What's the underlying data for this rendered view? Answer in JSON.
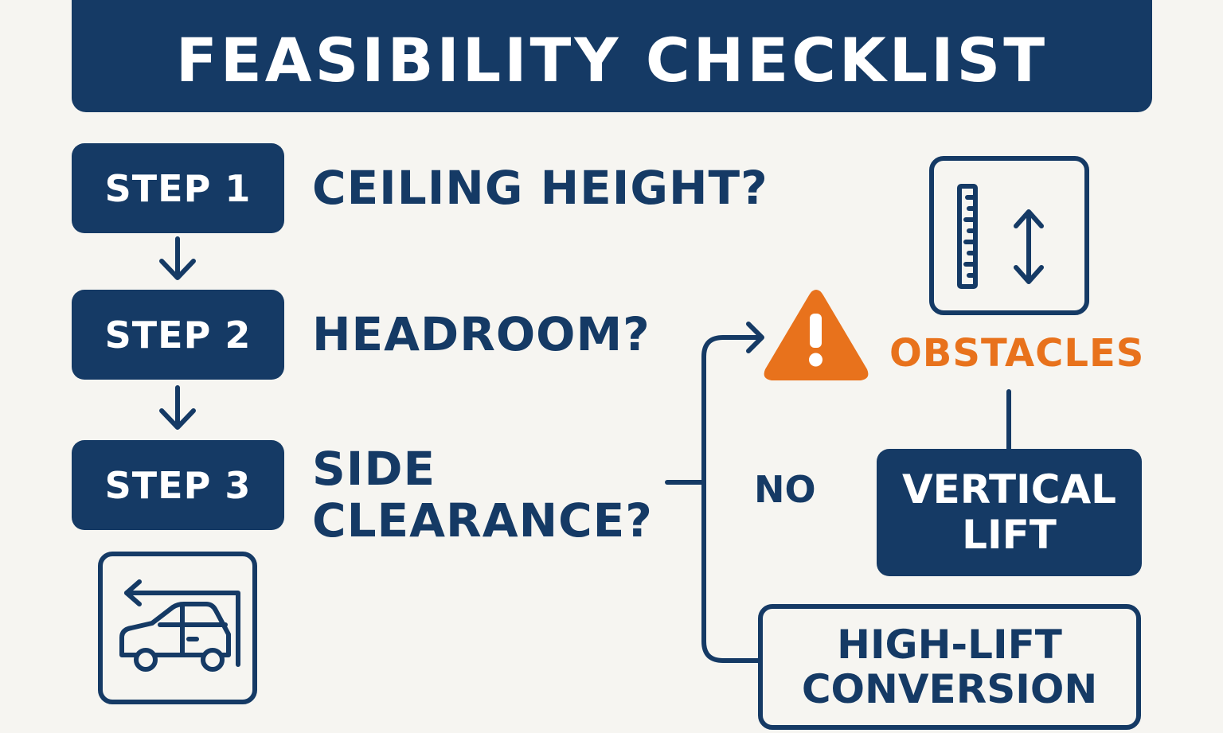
{
  "title": "FEASIBILITY CHECKLIST",
  "steps": [
    {
      "label": "STEP 1",
      "question_lines": [
        "CEILING HEIGHT?"
      ]
    },
    {
      "label": "STEP 2",
      "question_lines": [
        "HEADROOM?"
      ]
    },
    {
      "label": "STEP 3",
      "question_lines": [
        "SIDE",
        "CLEARANCE?"
      ]
    }
  ],
  "branch": {
    "warning_label": "OBSTACLES",
    "no_label": "NO",
    "vertical_lift_lines": [
      "VERTICAL",
      "LIFT"
    ],
    "high_lift_lines": [
      "HIGH-LIFT",
      "CONVERSION"
    ]
  },
  "icons": {
    "height_measure": "ruler-vertical-arrow-icon",
    "vehicle_clearance": "van-side-clearance-icon",
    "warning": "warning-triangle-icon"
  },
  "colors": {
    "navy": "#153a65",
    "orange": "#e8721c",
    "background": "#f6f5f1"
  }
}
